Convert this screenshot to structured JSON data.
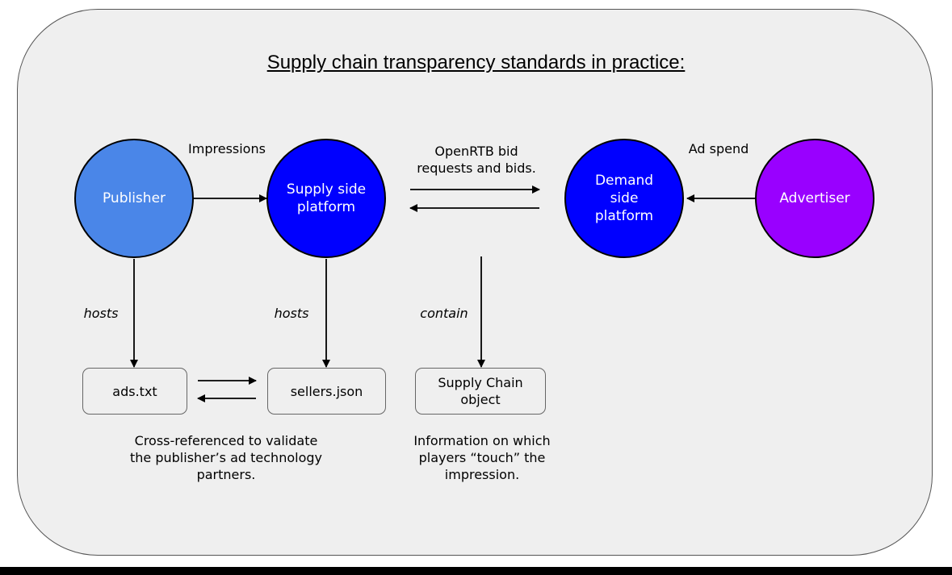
{
  "title": "Supply chain transparency standards in practice:",
  "nodes": {
    "publisher": "Publisher",
    "ssp": "Supply side platform",
    "dsp": "Demand side platform",
    "advertiser": "Advertiser"
  },
  "edges": {
    "impressions": "Impressions",
    "openrtb": "OpenRTB bid requests and bids.",
    "ad_spend": "Ad spend",
    "hosts_publisher": "hosts",
    "hosts_ssp": "hosts",
    "contain": "contain"
  },
  "boxes": {
    "ads_txt": "ads.txt",
    "sellers_json": "sellers.json",
    "supply_chain_object": "Supply Chain object"
  },
  "notes": {
    "cross_reference": "Cross-referenced to validate the publisher’s ad technology partners.",
    "schain_info": "Information on which players “touch” the impression."
  },
  "colors": {
    "publisher": "#4a86e8",
    "ssp": "#0000ff",
    "dsp": "#0000ff",
    "advertiser": "#9900ff",
    "panel": "#efefef"
  }
}
